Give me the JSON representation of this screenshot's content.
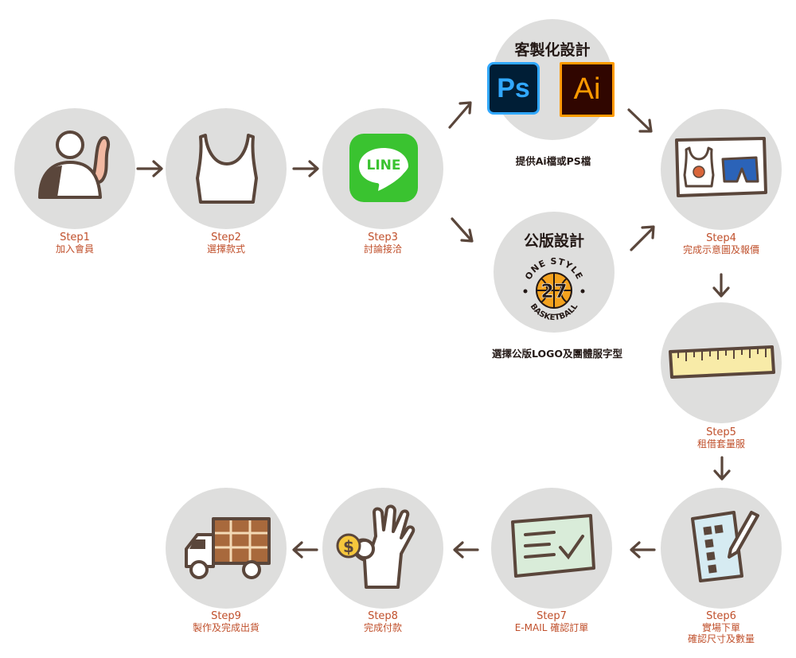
{
  "steps": [
    {
      "id": "step1",
      "step": "Step1",
      "desc": "加入會員"
    },
    {
      "id": "step2",
      "step": "Step2",
      "desc": "選擇款式"
    },
    {
      "id": "step3",
      "step": "Step3",
      "desc": "討論接洽"
    },
    {
      "id": "step4",
      "step": "Step4",
      "desc": "完成示意圖及報價"
    },
    {
      "id": "step5",
      "step": "Step5",
      "desc": "租借套量服"
    },
    {
      "id": "step6",
      "step": "Step6",
      "desc": "實場下單",
      "desc2": "確認尺寸及數量"
    },
    {
      "id": "step7",
      "step": "Step7",
      "desc": "E-MAIL 確認訂單"
    },
    {
      "id": "step8",
      "step": "Step8",
      "desc": "完成付款"
    },
    {
      "id": "step9",
      "step": "Step9",
      "desc": "製作及完成出貨"
    }
  ],
  "branch_custom": {
    "title": "客製化設計",
    "caption": "提供Ai檔或PS檔",
    "ps_label": "Ps",
    "ai_label": "Ai"
  },
  "branch_public": {
    "title": "公版設計",
    "caption": "選擇公版LOGO及團體服字型",
    "logo_top": "ONE STYLE",
    "logo_number": "27",
    "logo_bottom": "BASKETBALL"
  },
  "line_label": "LINE",
  "colors": {
    "circle": "#dededd",
    "label": "#c0502c",
    "arrow": "#5a463b",
    "line_green": "#3ac330",
    "ps_bg": "#001e36",
    "ps_fg": "#31a8ff",
    "ai_bg": "#300600",
    "ai_fg": "#ff9a00"
  }
}
